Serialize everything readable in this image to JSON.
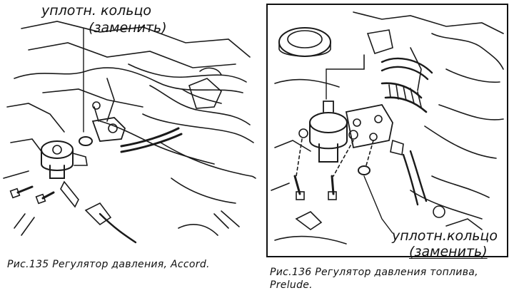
{
  "figure_135": {
    "callout_line1": "уплотн. кольцо",
    "callout_line2": "(заменить)",
    "caption": "Рис.135   Регулятор давления, Accord."
  },
  "figure_136": {
    "callout_line1": "уплотн.кольцо",
    "callout_line2": "(заменить)",
    "caption_line1": "Рис.136  Регулятор  давления  топлива,",
    "caption_line2": "Prelude."
  }
}
